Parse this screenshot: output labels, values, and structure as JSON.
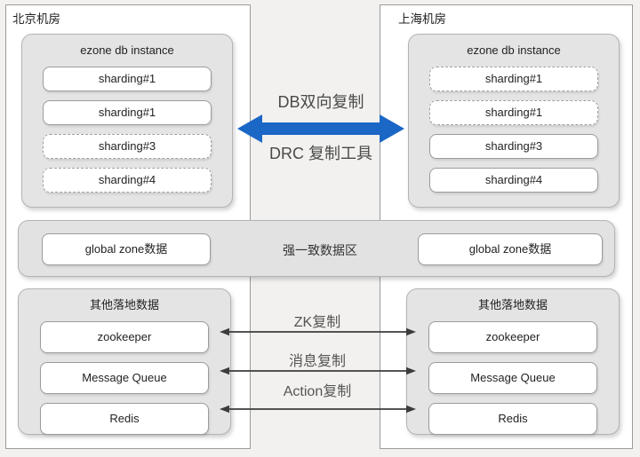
{
  "colors": {
    "arrow_blue": "#1b67c6",
    "container_gray": "#e4e4e4",
    "border_gray": "#9b9b9b",
    "thin_arrow": "#3c3c3c",
    "background": "#f2f1ef"
  },
  "left_dc": {
    "title": "北京机房",
    "db_group": {
      "title": "ezone db instance",
      "shards": [
        {
          "label": "sharding#1",
          "style": "solid"
        },
        {
          "label": "sharding#1",
          "style": "solid"
        },
        {
          "label": "sharding#3",
          "style": "dashed"
        },
        {
          "label": "sharding#4",
          "style": "dashed"
        }
      ]
    },
    "global_zone": {
      "label": "global zone数据"
    },
    "other_group": {
      "title": "其他落地数据",
      "items": [
        {
          "label": "zookeeper"
        },
        {
          "label": "Message Queue"
        },
        {
          "label": "Redis"
        }
      ]
    }
  },
  "right_dc": {
    "title": "上海机房",
    "db_group": {
      "title": "ezone db instance",
      "shards": [
        {
          "label": "sharding#1",
          "style": "dashed"
        },
        {
          "label": "sharding#1",
          "style": "dashed"
        },
        {
          "label": "sharding#3",
          "style": "solid"
        },
        {
          "label": "sharding#4",
          "style": "solid"
        }
      ]
    },
    "global_zone": {
      "label": "global zone数据"
    },
    "other_group": {
      "title": "其他落地数据",
      "items": [
        {
          "label": "zookeeper"
        },
        {
          "label": "Message Queue"
        },
        {
          "label": "Redis"
        }
      ]
    }
  },
  "center": {
    "db_link": {
      "top_label": "DB双向复制",
      "bottom_label": "DRC 复制工具"
    },
    "consistency_label": "强一致数据区",
    "bottom_links": [
      {
        "label": "ZK复制"
      },
      {
        "label": "消息复制"
      },
      {
        "label": "Action复制"
      }
    ]
  }
}
